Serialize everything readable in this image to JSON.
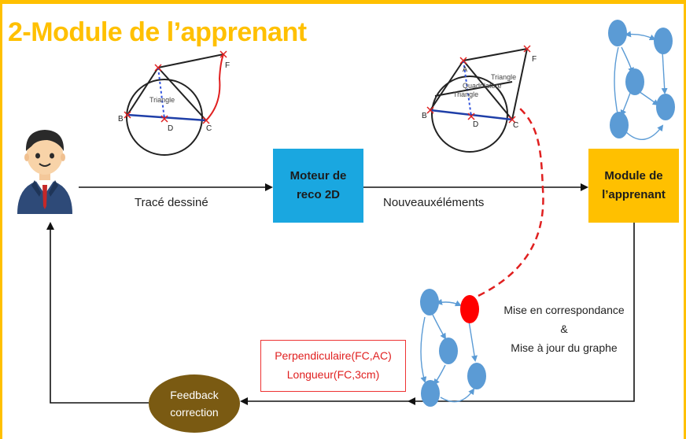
{
  "title": "2-Module de l’apprenant",
  "learner_icon": "student-avatar",
  "labels": {
    "trace": "Tracé dessiné",
    "nouveaux": "Nouveauxéléments"
  },
  "moteur": {
    "line1": "Moteur de",
    "line2": "reco 2D"
  },
  "module": {
    "line1": "Module de",
    "line2": "l’apprenant"
  },
  "feedback": {
    "line1": "Feedback",
    "line2": "correction"
  },
  "constraints": {
    "line1": "Perpendiculaire(FC,AC)",
    "line2": "Longueur(FC,3cm)"
  },
  "mise": {
    "line1": "Mise en correspondance",
    "line2": "&",
    "line3": "Mise à jour du graphe"
  },
  "figure1": {
    "points": {
      "B": "B",
      "D": "D",
      "C": "C",
      "F": "F"
    },
    "inner": "Triangle"
  },
  "figure2": {
    "points": {
      "B": "B",
      "D": "D",
      "C": "C",
      "F": "F",
      "A": "A"
    },
    "inner1": "Triangle",
    "inner2": "Quadrilatère",
    "inner3": "Triangle"
  },
  "colors": {
    "accent": "#FFC000",
    "moteur": "#1AA7E0",
    "feedback": "#7A5A12",
    "node": "#5B9BD5",
    "highlight": "#FF0000",
    "constraint_text": "#E02020"
  }
}
